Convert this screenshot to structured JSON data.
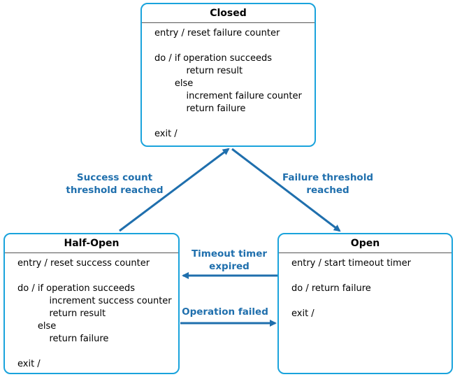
{
  "states": {
    "closed": {
      "title": "Closed",
      "lines": [
        "entry / reset failure counter",
        "",
        "do / if operation succeeds",
        "           return result",
        "       else",
        "           increment failure counter",
        "           return failure",
        "",
        "exit /"
      ]
    },
    "half_open": {
      "title": "Half-Open",
      "lines": [
        "entry / reset success counter",
        "",
        "do / if operation succeeds",
        "           increment success counter",
        "           return result",
        "       else",
        "           return failure",
        "",
        "exit /"
      ]
    },
    "open": {
      "title": "Open",
      "lines": [
        "entry / start timeout timer",
        "",
        "do / return failure",
        "",
        "exit /"
      ]
    }
  },
  "transitions": {
    "success_count": [
      "Success count",
      "threshold reached"
    ],
    "failure_threshold": [
      "Failure threshold",
      "reached"
    ],
    "timeout_timer": [
      "Timeout timer",
      "expired"
    ],
    "operation_failed": [
      "Operation failed"
    ]
  },
  "colors": {
    "border": "#1aa3dc",
    "arrow": "#1f6fad",
    "label": "#1f6fad"
  }
}
